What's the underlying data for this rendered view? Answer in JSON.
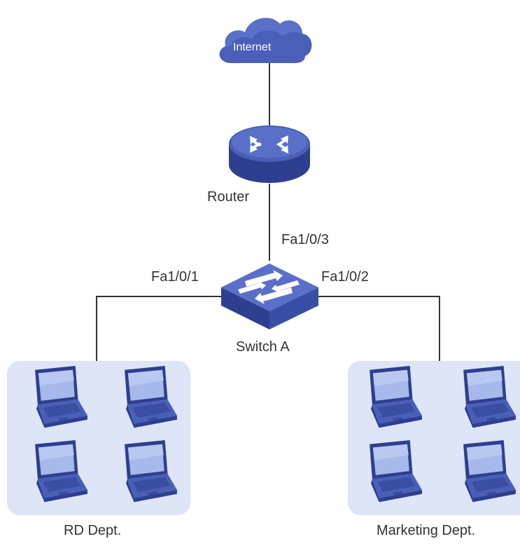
{
  "colors": {
    "device_dark": "#2e3f8f",
    "device_mid": "#4a5fb8",
    "device_light": "#6a80d6",
    "screen": "#a7b9ea",
    "group_bg": "#dde5f6",
    "line": "#333333",
    "text": "#333333"
  },
  "nodes": {
    "internet": {
      "label": "Internet",
      "icon": "cloud-icon"
    },
    "router": {
      "label": "Router",
      "icon": "router-icon"
    },
    "switch": {
      "label": "Switch A",
      "icon": "switch-icon"
    }
  },
  "ports": {
    "p3": "Fa1/0/3",
    "p1": "Fa1/0/1",
    "p2": "Fa1/0/2"
  },
  "groups": {
    "rd": {
      "label": "RD Dept.",
      "laptop_count": 4,
      "icon": "laptop-icon"
    },
    "marketing": {
      "label": "Marketing Dept.",
      "laptop_count": 4,
      "icon": "laptop-icon"
    }
  }
}
